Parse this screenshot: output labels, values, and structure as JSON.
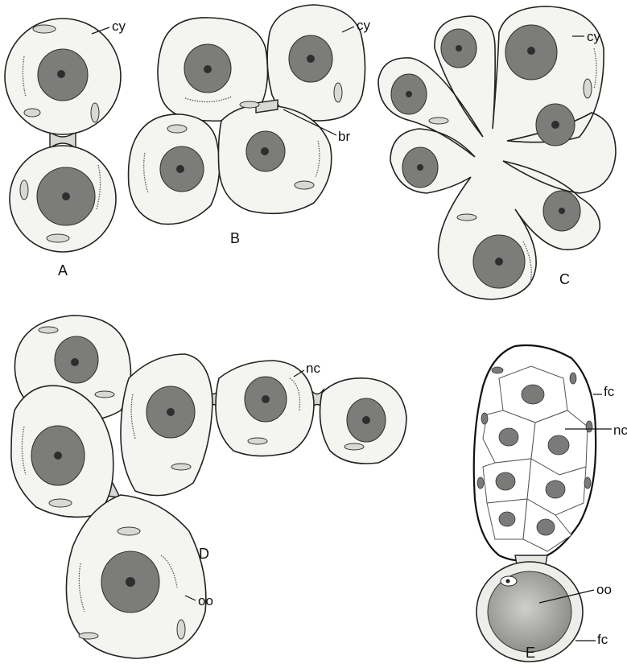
{
  "figure": {
    "panels": [
      "A",
      "B",
      "C",
      "D",
      "E"
    ],
    "labels": {
      "a_cy": "cy",
      "b_cy": "cy",
      "b_br": "br",
      "c_cy": "cy",
      "d_nc": "nc",
      "d_oo": "oo",
      "e_fc_top": "fc",
      "e_nc": "nc",
      "e_oo": "oo",
      "e_fc_bottom": "fc"
    }
  }
}
